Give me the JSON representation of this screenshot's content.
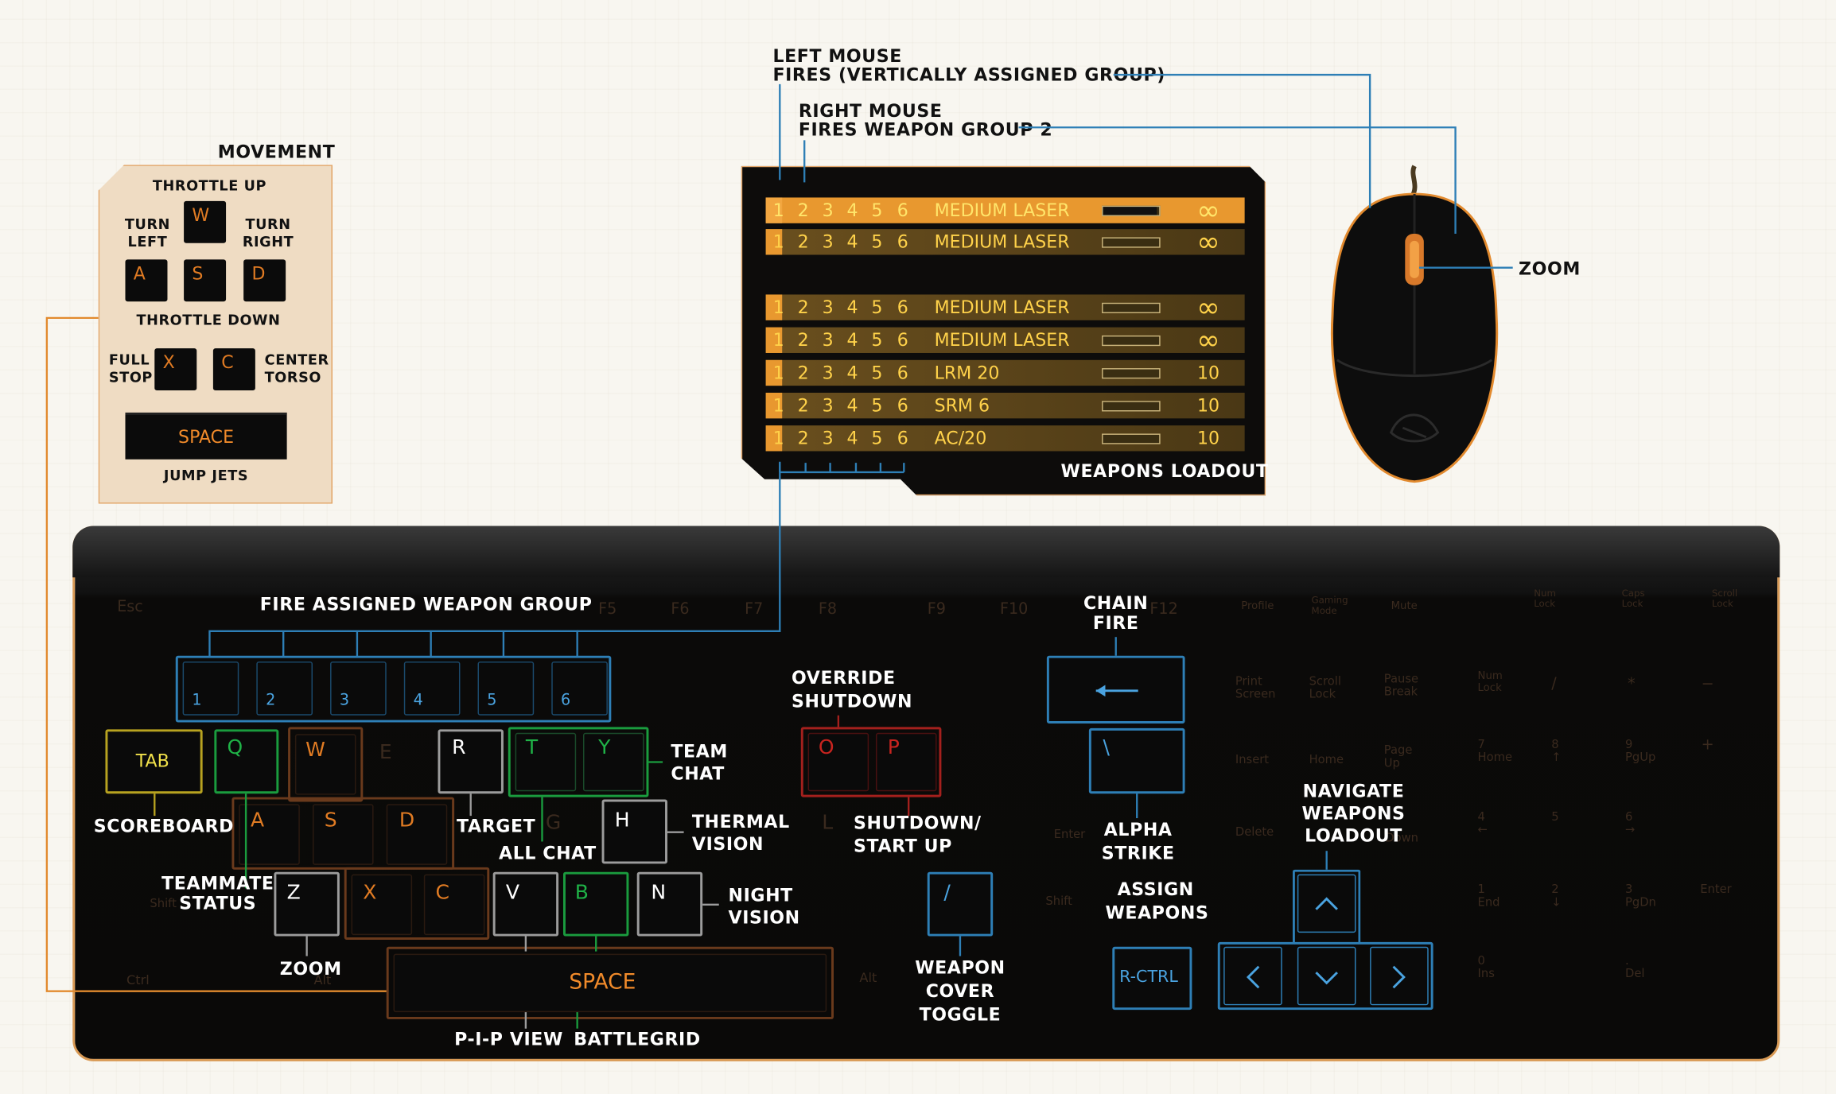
{
  "movement": {
    "title": "MOVEMENT",
    "throttle_up": "THROTTLE UP",
    "turn_left": "TURN\nLEFT",
    "turn_right": "TURN\nRIGHT",
    "throttle_down": "THROTTLE DOWN",
    "full_stop": "FULL\nSTOP",
    "center_torso": "CENTER\nTORSO",
    "jump_jets": "JUMP JETS",
    "keys": {
      "w": "W",
      "a": "A",
      "s": "S",
      "d": "D",
      "x": "X",
      "c": "C",
      "space": "SPACE"
    }
  },
  "mouse_labels": {
    "left": "LEFT MOUSE\nFIRES (VERTICALLY ASSIGNED GROUP)",
    "right": "RIGHT MOUSE\nFIRES WEAPON GROUP 2",
    "zoom": "ZOOM"
  },
  "weapons_loadout": {
    "title": "WEAPONS LOADOUT",
    "group_numbers": [
      "1",
      "2",
      "3",
      "4",
      "5",
      "6"
    ],
    "rows": [
      {
        "name": "MEDIUM LASER",
        "ammo": "∞",
        "bar_fill": 0.95
      },
      {
        "name": "MEDIUM LASER",
        "ammo": "∞",
        "bar_fill": 0
      },
      {
        "name": "MEDIUM LASER",
        "ammo": "∞",
        "bar_fill": 0
      },
      {
        "name": "MEDIUM LASER",
        "ammo": "∞",
        "bar_fill": 0
      },
      {
        "name": "LRM 20",
        "ammo": "10",
        "bar_fill": 0
      },
      {
        "name": "SRM 6",
        "ammo": "10",
        "bar_fill": 0
      },
      {
        "name": "AC/20",
        "ammo": "10",
        "bar_fill": 0
      }
    ]
  },
  "keyboard": {
    "fire_group_label": "FIRE ASSIGNED WEAPON GROUP",
    "number_keys": [
      "1",
      "2",
      "3",
      "4",
      "5",
      "6"
    ],
    "keys": {
      "tab": "TAB",
      "q": "Q",
      "w": "W",
      "r": "R",
      "t": "T",
      "y": "Y",
      "a": "A",
      "s": "S",
      "d": "D",
      "h": "H",
      "z": "Z",
      "x": "X",
      "c": "C",
      "v": "V",
      "b": "B",
      "n": "N",
      "o": "O",
      "p": "P",
      "slash": "/",
      "backslash": "\\",
      "space": "SPACE",
      "rctrl": "R-CTRL"
    },
    "labels": {
      "scoreboard": "SCOREBOARD",
      "teammate_status": "TEAMMATE\nSTATUS",
      "zoom": "ZOOM",
      "target": "TARGET",
      "all_chat": "ALL CHAT",
      "team_chat": "TEAM\nCHAT",
      "thermal_vision": "THERMAL\nVISION",
      "night_vision": "NIGHT\nVISION",
      "pip_view": "P-I-P VIEW",
      "battlegrid": "BATTLEGRID",
      "override_shutdown": "OVERRIDE\nSHUTDOWN",
      "shutdown_startup": "SHUTDOWN/\nSTART UP",
      "weapon_cover_toggle": "WEAPON COVER\nTOGGLE",
      "chain_fire": "CHAIN\nFIRE",
      "alpha_strike": "ALPHA\nSTRIKE",
      "assign_weapons": "ASSIGN\nWEAPONS",
      "navigate_loadout": "NAVIGATE\nWEAPONS\nLOADOUT"
    },
    "ghost_keys": {
      "esc": "Esc",
      "f5": "F5",
      "f6": "F6",
      "f7": "F7",
      "f8": "F8",
      "f9": "F9",
      "f10": "F10",
      "f12": "F12",
      "profile": "Profile",
      "gaming_mode": "Gaming\nMode",
      "mute": "Mute",
      "num_lock": "Num\nLock",
      "caps_lock": "Caps\nLock",
      "scroll_lock": "Scroll\nLock",
      "print_screen": "Print\nScreen",
      "scroll_lock2": "Scroll\nLock",
      "pause_break": "Pause\nBreak",
      "insert": "Insert",
      "home": "Home",
      "page_up": "Page\nUp",
      "delete": "Delete",
      "enter": "Enter",
      "shift": "Shift",
      "shift_r": "Shift",
      "ctrl": "Ctrl",
      "alt": "Alt",
      "alt_r": "Alt",
      "e": "E",
      "g": "G",
      "l": "L",
      "down": "Down",
      "num_7": "7\nHome",
      "num_8": "8\n↑",
      "num_9": "9\nPgUp",
      "num_4": "4\n←",
      "num_5": "5",
      "num_6": "6\n→",
      "num_1": "1\nEnd",
      "num_2": "2\n↓",
      "num_3": "3\nPgDn",
      "num_0": "0\nIns",
      "num_del": ".\nDel",
      "num_slash": "/",
      "num_star": "*",
      "num_minus": "−",
      "num_plus": "+",
      "num_enter": "Enter",
      "num_lock2": "Num\nLock"
    }
  },
  "colors": {
    "orange": "#e8982f",
    "blue": "#2e7fb6",
    "green": "#1a9c3e",
    "grey": "#9c9c9c",
    "red": "#a4201d",
    "yellow": "#b8a320"
  }
}
